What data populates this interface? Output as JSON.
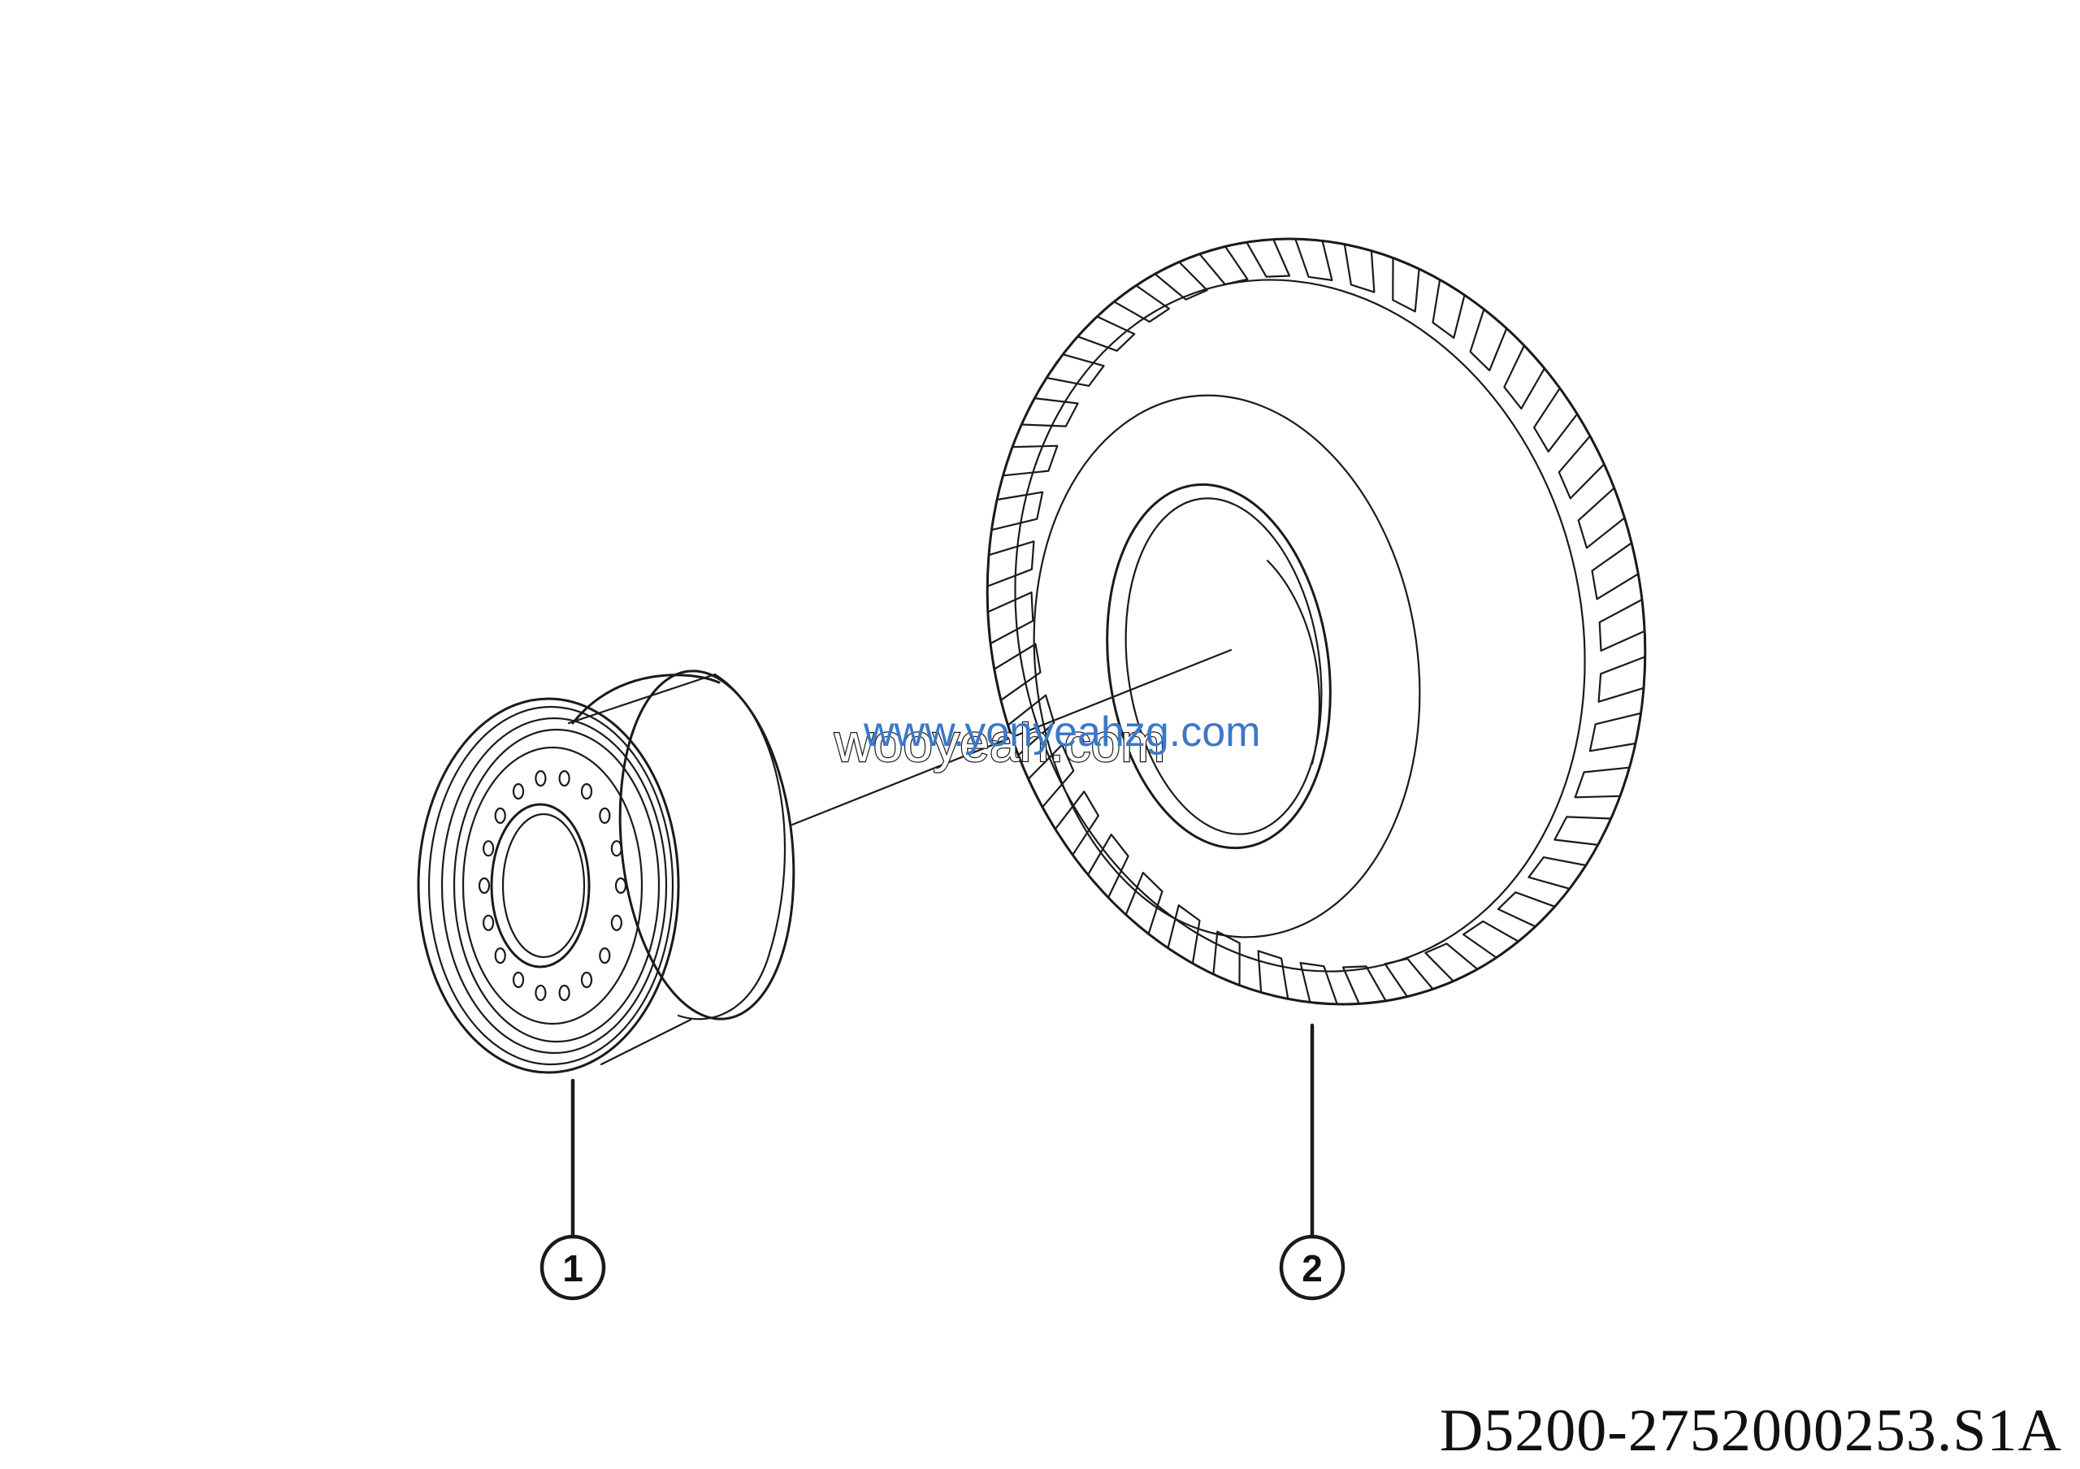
{
  "diagram": {
    "callouts": [
      {
        "id": "1",
        "label": "1",
        "part": "wheel rim"
      },
      {
        "id": "2",
        "label": "2",
        "part": "tire"
      }
    ],
    "watermark": {
      "primary": "wooyeah.com",
      "secondary": "www.yonyeahzg.com"
    },
    "drawing_number": "D5200-2752000253.S1A",
    "colors": {
      "line": "#1a1a1a",
      "background": "#ffffff",
      "watermark_accent": "#3a78c8"
    }
  }
}
